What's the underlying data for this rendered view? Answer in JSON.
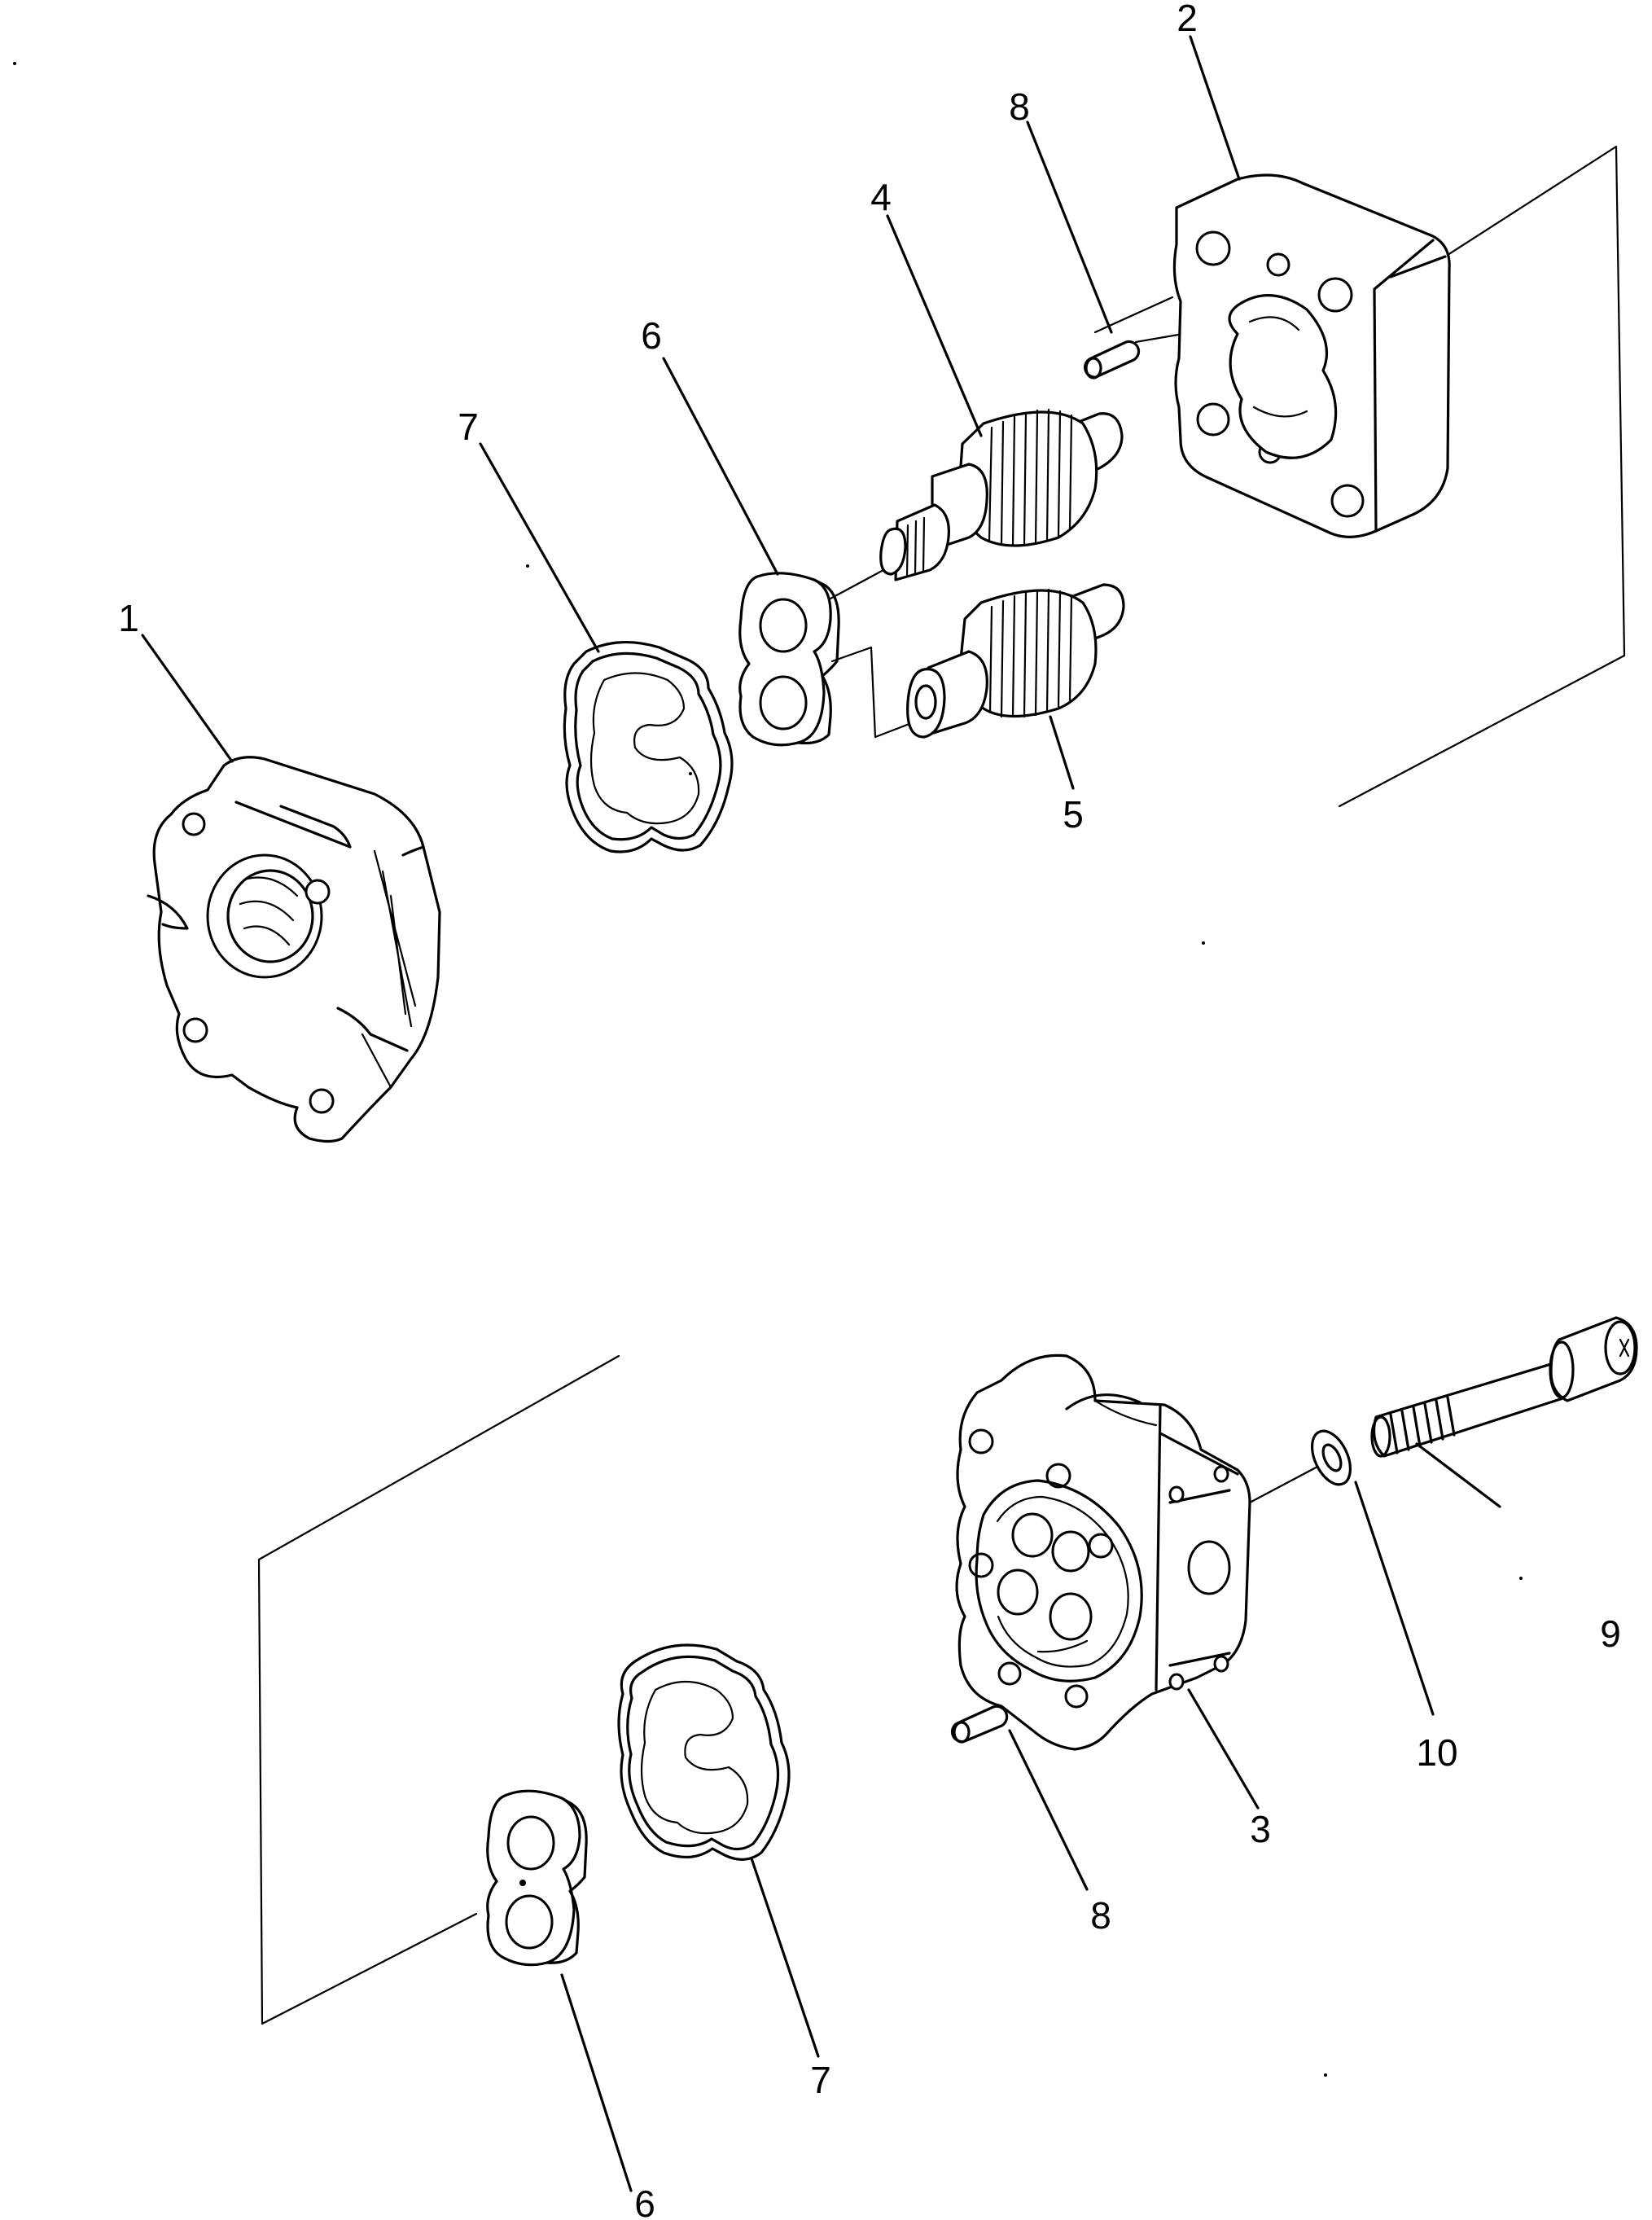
{
  "callouts": {
    "c1": "1",
    "c2": "2",
    "c3": "3",
    "c4": "4",
    "c5": "5",
    "c6_top": "6",
    "c6_bottom": "6",
    "c7_top": "7",
    "c7_bottom": "7",
    "c8_top": "8",
    "c8_bottom": "8",
    "c9": "9",
    "c10": "10"
  }
}
